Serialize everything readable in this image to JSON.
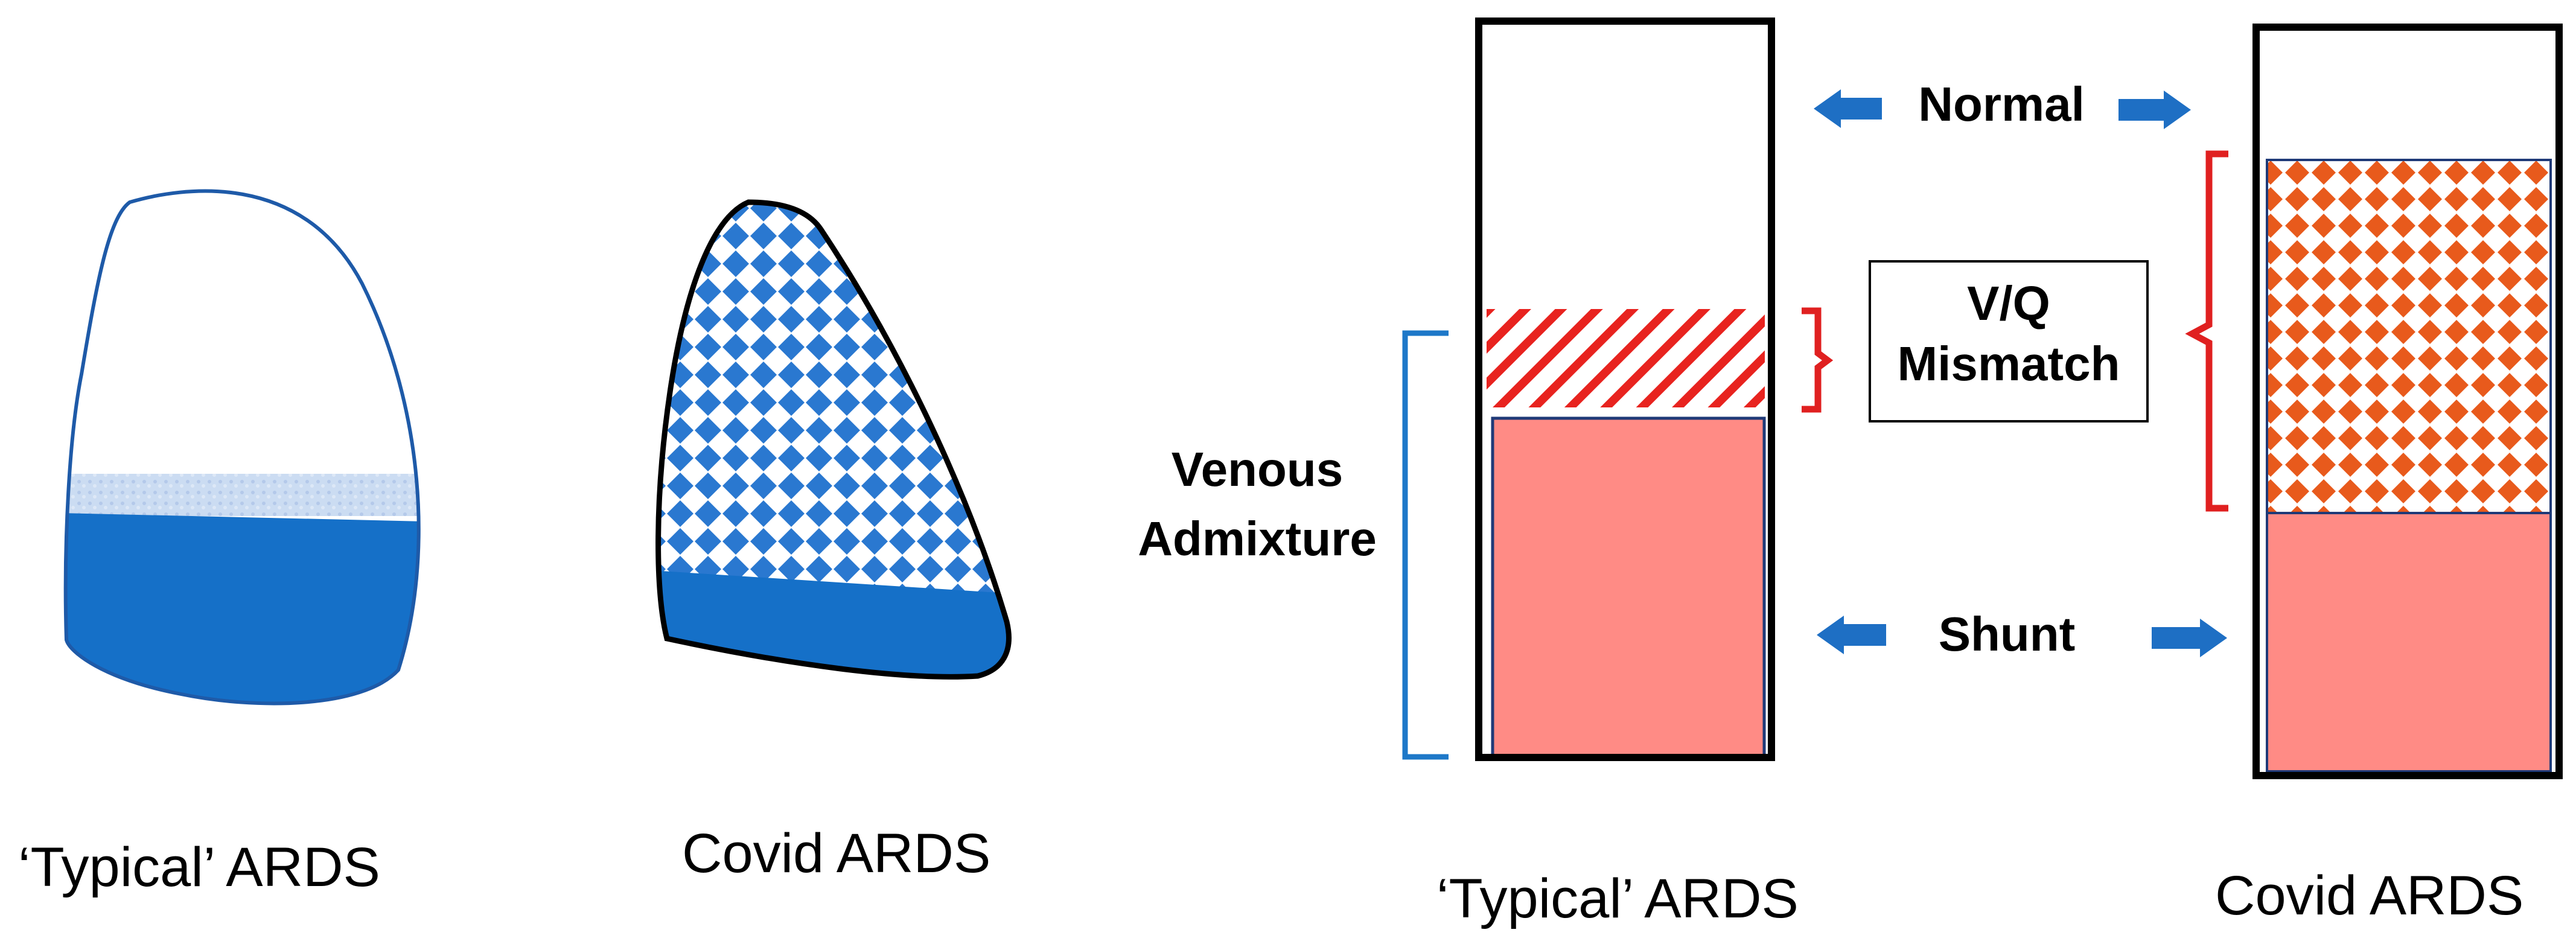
{
  "colors": {
    "lung_outline": "#1e5aa8",
    "lung_fill": "#1570c8",
    "lung_band": "#c9daf0",
    "diamond_blue": "#2a78d0",
    "shunt_fill": "#ff8b85",
    "mismatch_red": "#e8231f",
    "mismatch_orange": "#e85a1c",
    "bracket_blue": "#1e78c8",
    "bracket_red": "#e02020",
    "arrow_blue": "#1e6fc4",
    "box_stroke": "#000000"
  },
  "lungs": {
    "typical_caption": "‘Typical’ ARDS",
    "covid_caption": "Covid ARDS"
  },
  "columns": {
    "typical_caption": "‘Typical’ ARDS",
    "covid_caption": "Covid ARDS"
  },
  "labels": {
    "normal": "Normal",
    "vq_line1": "V/Q",
    "vq_line2": "Mismatch",
    "shunt": "Shunt",
    "venous_line1": "Venous",
    "venous_line2": "Admixture"
  }
}
